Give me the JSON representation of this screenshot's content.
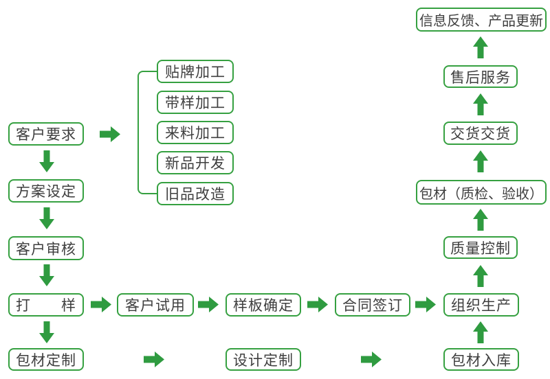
{
  "diagram_title": "production-process-flowchart",
  "colors": {
    "box_border_green": "#35a040",
    "arrow_green": "#2f9b40",
    "text": "#3e3e3e",
    "background": "#ffffff"
  },
  "icons": {
    "flow_arrow_right": "block-arrow-right",
    "flow_arrow_down": "block-arrow-down",
    "flow_arrow_up": "block-arrow-up",
    "branch_connector": "bracket-line"
  },
  "nodes": [
    {
      "id": "customer-requirements",
      "label": "客户要求"
    },
    {
      "id": "plan-setting",
      "label": "方案设定"
    },
    {
      "id": "customer-review",
      "label": "客户审核"
    },
    {
      "id": "proofing",
      "label": "打　　样"
    },
    {
      "id": "packaging-customization",
      "label": "包材定制"
    },
    {
      "id": "oem-processing",
      "label": "贴牌加工"
    },
    {
      "id": "sample-based-processing",
      "label": "带样加工"
    },
    {
      "id": "incoming-material-processing",
      "label": "来料加工"
    },
    {
      "id": "new-product-development",
      "label": "新品开发"
    },
    {
      "id": "old-product-renovation",
      "label": "旧品改造"
    },
    {
      "id": "customer-trial",
      "label": "客户试用"
    },
    {
      "id": "sample-confirmation",
      "label": "样板确定"
    },
    {
      "id": "contract-signing",
      "label": "合同签订"
    },
    {
      "id": "organize-production",
      "label": "组织生产"
    },
    {
      "id": "design-customization",
      "label": "设计定制"
    },
    {
      "id": "packaging-warehousing",
      "label": "包材入库"
    },
    {
      "id": "quality-control",
      "label": "质量控制"
    },
    {
      "id": "packaging-inspection-acceptance",
      "label": "包材（质检、验收）"
    },
    {
      "id": "delivery",
      "label": "交货交货"
    },
    {
      "id": "after-sales-service",
      "label": "售后服务"
    },
    {
      "id": "feedback-product-update",
      "label": "信息反馈、产品更新"
    }
  ]
}
